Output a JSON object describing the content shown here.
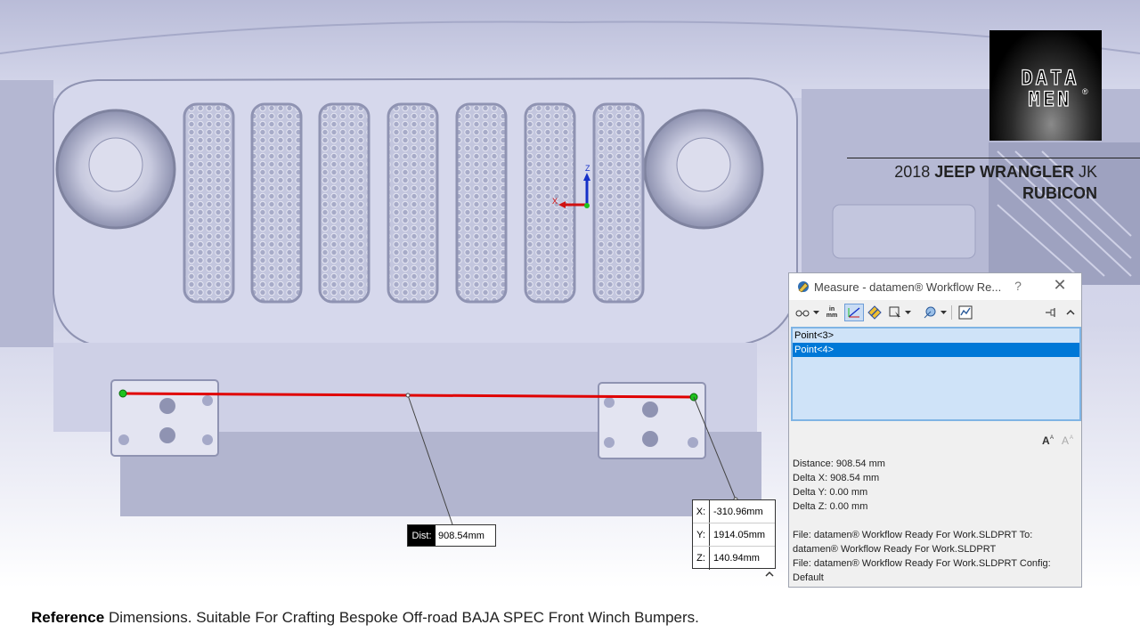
{
  "vehicle": {
    "year": "2018",
    "make_model": "JEEP WRANGLER",
    "series": "JK",
    "trim": "RUBICON"
  },
  "logo": {
    "line1": "DATA",
    "line2": "MEN",
    "mark": "®"
  },
  "triad": {
    "z_label": "Z",
    "x_label": "X"
  },
  "measure_dialog": {
    "title": "Measure - datamen® Workflow Re...",
    "help_label": "?",
    "close_label": "✕",
    "toolbar_units_label": "in mm",
    "toolbar_icons": [
      "arc-center-icon",
      "units-icon",
      "xyz-delta-icon",
      "point-to-point-icon",
      "projection-icon",
      "sensor-icon",
      "history-icon",
      "pin-icon",
      "collapse-icon"
    ],
    "selection_items": [
      {
        "label": "Point<3>",
        "selected": false
      },
      {
        "label": "Point<4>",
        "selected": true
      }
    ],
    "results": {
      "distance": "Distance: 908.54 mm",
      "delta_x": "Delta X: 908.54 mm",
      "delta_y": "Delta Y: 0.00 mm",
      "delta_z": "Delta Z: 0.00 mm",
      "file_line1": "File: datamen® Workflow Ready For Work.SLDPRT To:",
      "file_line2": "datamen® Workflow Ready For Work.SLDPRT",
      "file_line3": "File: datamen® Workflow Ready For Work.SLDPRT Config:",
      "file_line4": "Default"
    }
  },
  "callouts": {
    "dist_label": "Dist:",
    "dist_value": "908.54mm",
    "x_key": "X:",
    "x_value": "-310.96mm",
    "y_key": "Y:",
    "y_value": "1914.05mm",
    "z_key": "Z:",
    "z_value": "140.94mm"
  },
  "caption": {
    "bold": "Reference",
    "text": " Dimensions. Suitable For Crafting Bespoke Off-road BAJA SPEC Front Winch Bumpers."
  },
  "colors": {
    "model_body": "#c9cce4",
    "measure_line": "#e00000",
    "point_marker": "#1ec21e",
    "selection_blue": "#0078d7",
    "list_bg": "#cfe3f8"
  }
}
